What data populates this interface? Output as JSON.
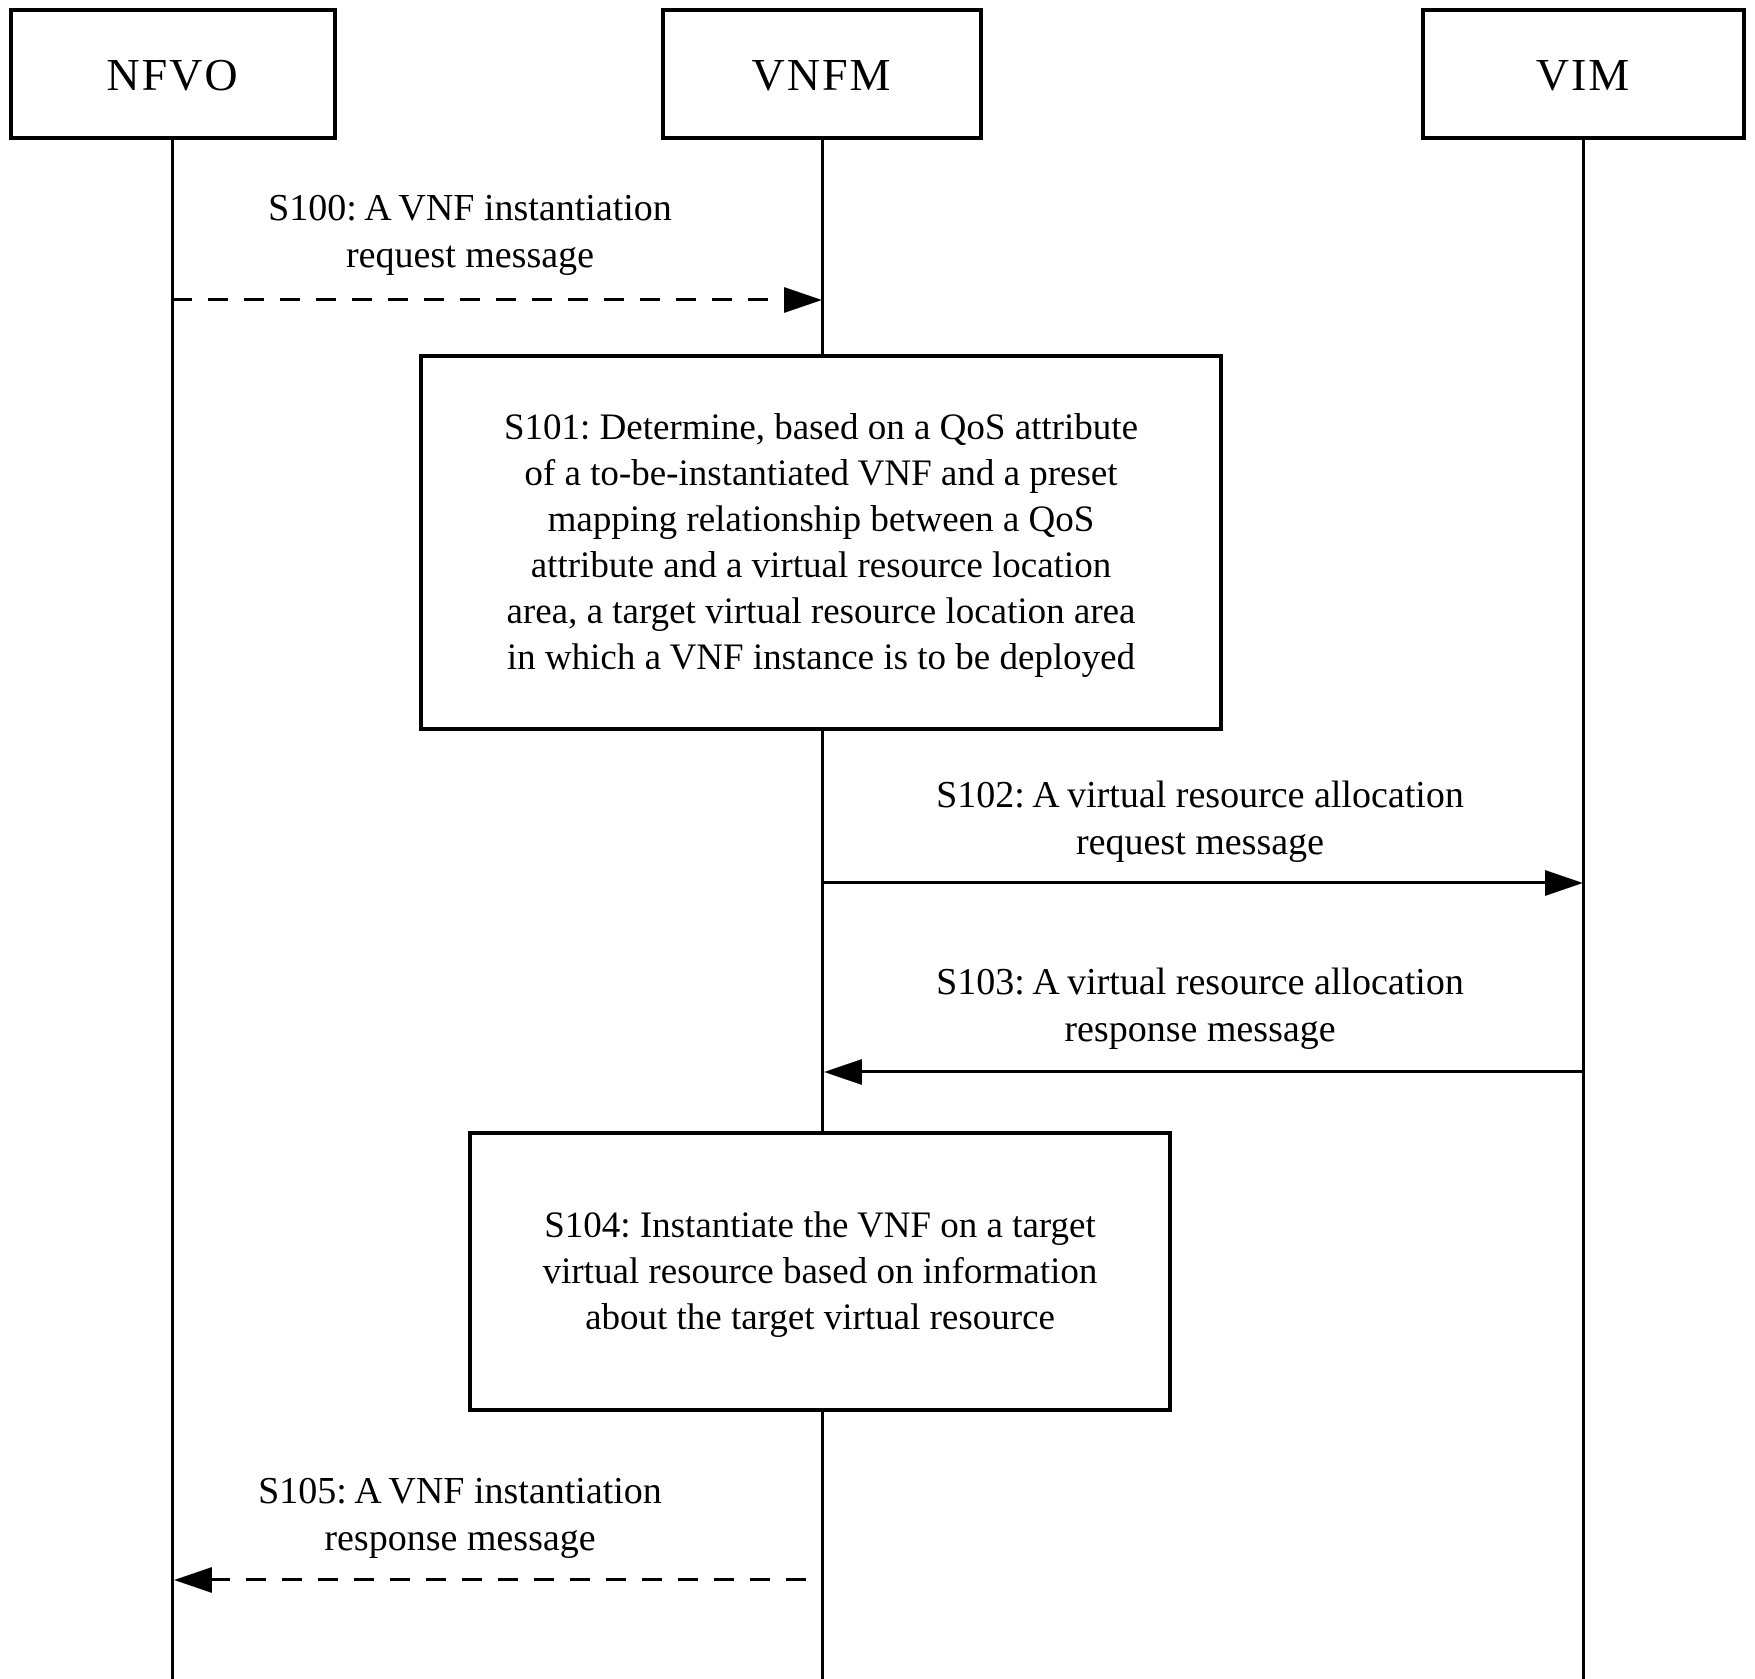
{
  "diagram": {
    "colors": {
      "line": "#000000",
      "background": "#ffffff"
    },
    "actors": [
      {
        "id": "nfvo",
        "label": "NFVO"
      },
      {
        "id": "vnfm",
        "label": "VNFM"
      },
      {
        "id": "vim",
        "label": "VIM"
      }
    ],
    "messages": [
      {
        "id": "s100",
        "label": "S100: A VNF instantiation\nrequest message",
        "style": "dashed",
        "from": "NFVO",
        "to": "VNFM",
        "direction": "right"
      },
      {
        "id": "s102",
        "label": "S102: A virtual resource allocation\nrequest message",
        "style": "solid",
        "from": "VNFM",
        "to": "VIM",
        "direction": "right"
      },
      {
        "id": "s103",
        "label": "S103: A virtual resource allocation\nresponse message",
        "style": "solid",
        "from": "VIM",
        "to": "VNFM",
        "direction": "left"
      },
      {
        "id": "s105",
        "label": "S105: A VNF instantiation\nresponse message",
        "style": "dashed",
        "from": "VNFM",
        "to": "NFVO",
        "direction": "left"
      }
    ],
    "steps": [
      {
        "id": "s101",
        "label": "S101: Determine, based on a QoS attribute\nof a to-be-instantiated VNF and a preset\nmapping relationship between a QoS\nattribute and a virtual resource location\narea, a target virtual resource location area\nin which a VNF instance is to be deployed"
      },
      {
        "id": "s104",
        "label": "S104: Instantiate the VNF on a target\nvirtual resource based on information\nabout the target virtual resource"
      }
    ]
  }
}
